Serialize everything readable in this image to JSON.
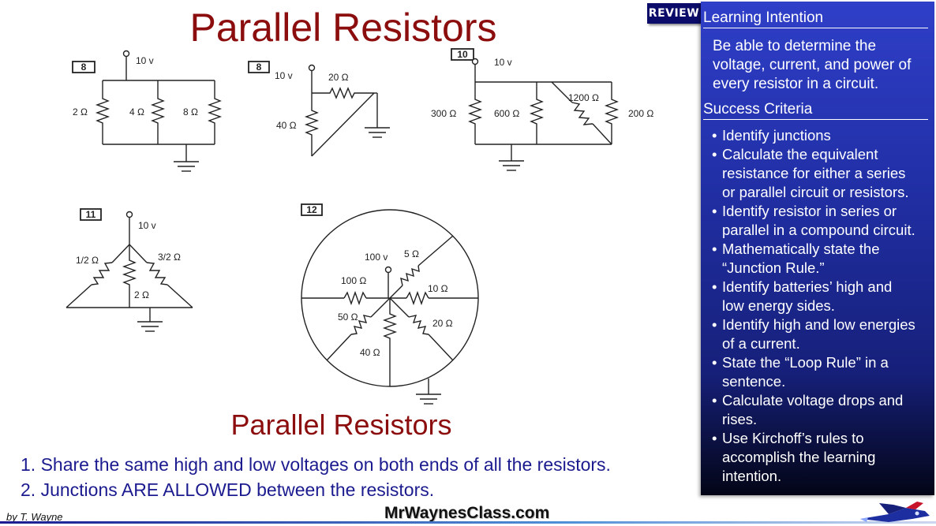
{
  "title": "Parallel Resistors",
  "review_badge": "REVIEW",
  "panel": {
    "intention_heading": "Learning Intention",
    "intention_text": "Be able to determine the voltage, current, and power of every resistor in a circuit.",
    "criteria_heading": "Success Criteria",
    "criteria": [
      "Identify junctions",
      "Calculate the equivalent\nresistance for either a series\nor parallel circuit or resistors.",
      "Identify resistor in series or\nparallel in a compound circuit.",
      "Mathematically state the\n“Junction Rule.”",
      "Identify batteries’ high and\nlow energy sides.",
      "Identify high and low energies\nof a current.",
      "State the “Loop Rule” in a\nsentence.",
      "Calculate voltage drops and\nrises.",
      "Use Kirchoff’s rules to\naccomplish the learning\nintention."
    ]
  },
  "circuits": {
    "c1": {
      "number": "8",
      "voltage": "10 v",
      "r1": "2 Ω",
      "r2": "4 Ω",
      "r3": "8 Ω"
    },
    "c2": {
      "number": "8",
      "voltage": "10 v",
      "r1": "20 Ω",
      "r2": "40 Ω"
    },
    "c3": {
      "number": "10",
      "voltage": "10 v",
      "r1": "300 Ω",
      "r2": "600 Ω",
      "r3": "1200 Ω",
      "r4": "200 Ω"
    },
    "c4": {
      "number": "11",
      "voltage": "10 v",
      "r1": "1/2 Ω",
      "r2": "2 Ω",
      "r3": "3/2 Ω"
    },
    "c5": {
      "number": "12",
      "voltage": "100 v",
      "r1": "5 Ω",
      "r2": "100 Ω",
      "r3": "10 Ω",
      "r4": "50 Ω",
      "r5": "20 Ω",
      "r6": "40 Ω"
    }
  },
  "subtitle": "Parallel Resistors",
  "rules": [
    "1. Share the same high and low voltages on both ends of all the resistors.",
    "2. Junctions ARE ALLOWED between the resistors."
  ],
  "author": "by T. Wayne",
  "site": "MrWaynesClass.com"
}
